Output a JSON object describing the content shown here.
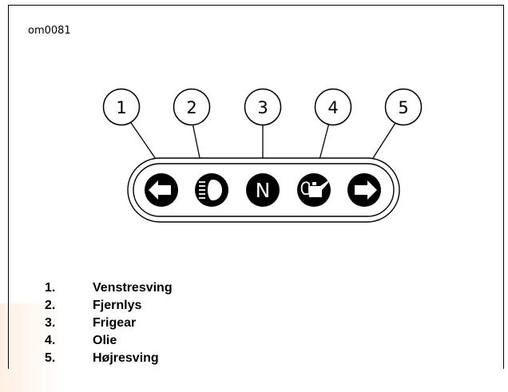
{
  "figure": {
    "ref_code": "om0081"
  },
  "callouts": [
    {
      "number": "1",
      "icon": "left-turn-arrow-icon"
    },
    {
      "number": "2",
      "icon": "high-beam-icon"
    },
    {
      "number": "3",
      "icon": "neutral-n-icon"
    },
    {
      "number": "4",
      "icon": "oil-can-icon"
    },
    {
      "number": "5",
      "icon": "right-turn-arrow-icon"
    }
  ],
  "indicator_n_letter": "N",
  "legend": [
    {
      "num": "1.",
      "label": "Venstresving"
    },
    {
      "num": "2.",
      "label": "Fjernlys"
    },
    {
      "num": "3.",
      "label": "Frigear"
    },
    {
      "num": "4.",
      "label": "Olie"
    },
    {
      "num": "5.",
      "label": "Højresving"
    }
  ]
}
